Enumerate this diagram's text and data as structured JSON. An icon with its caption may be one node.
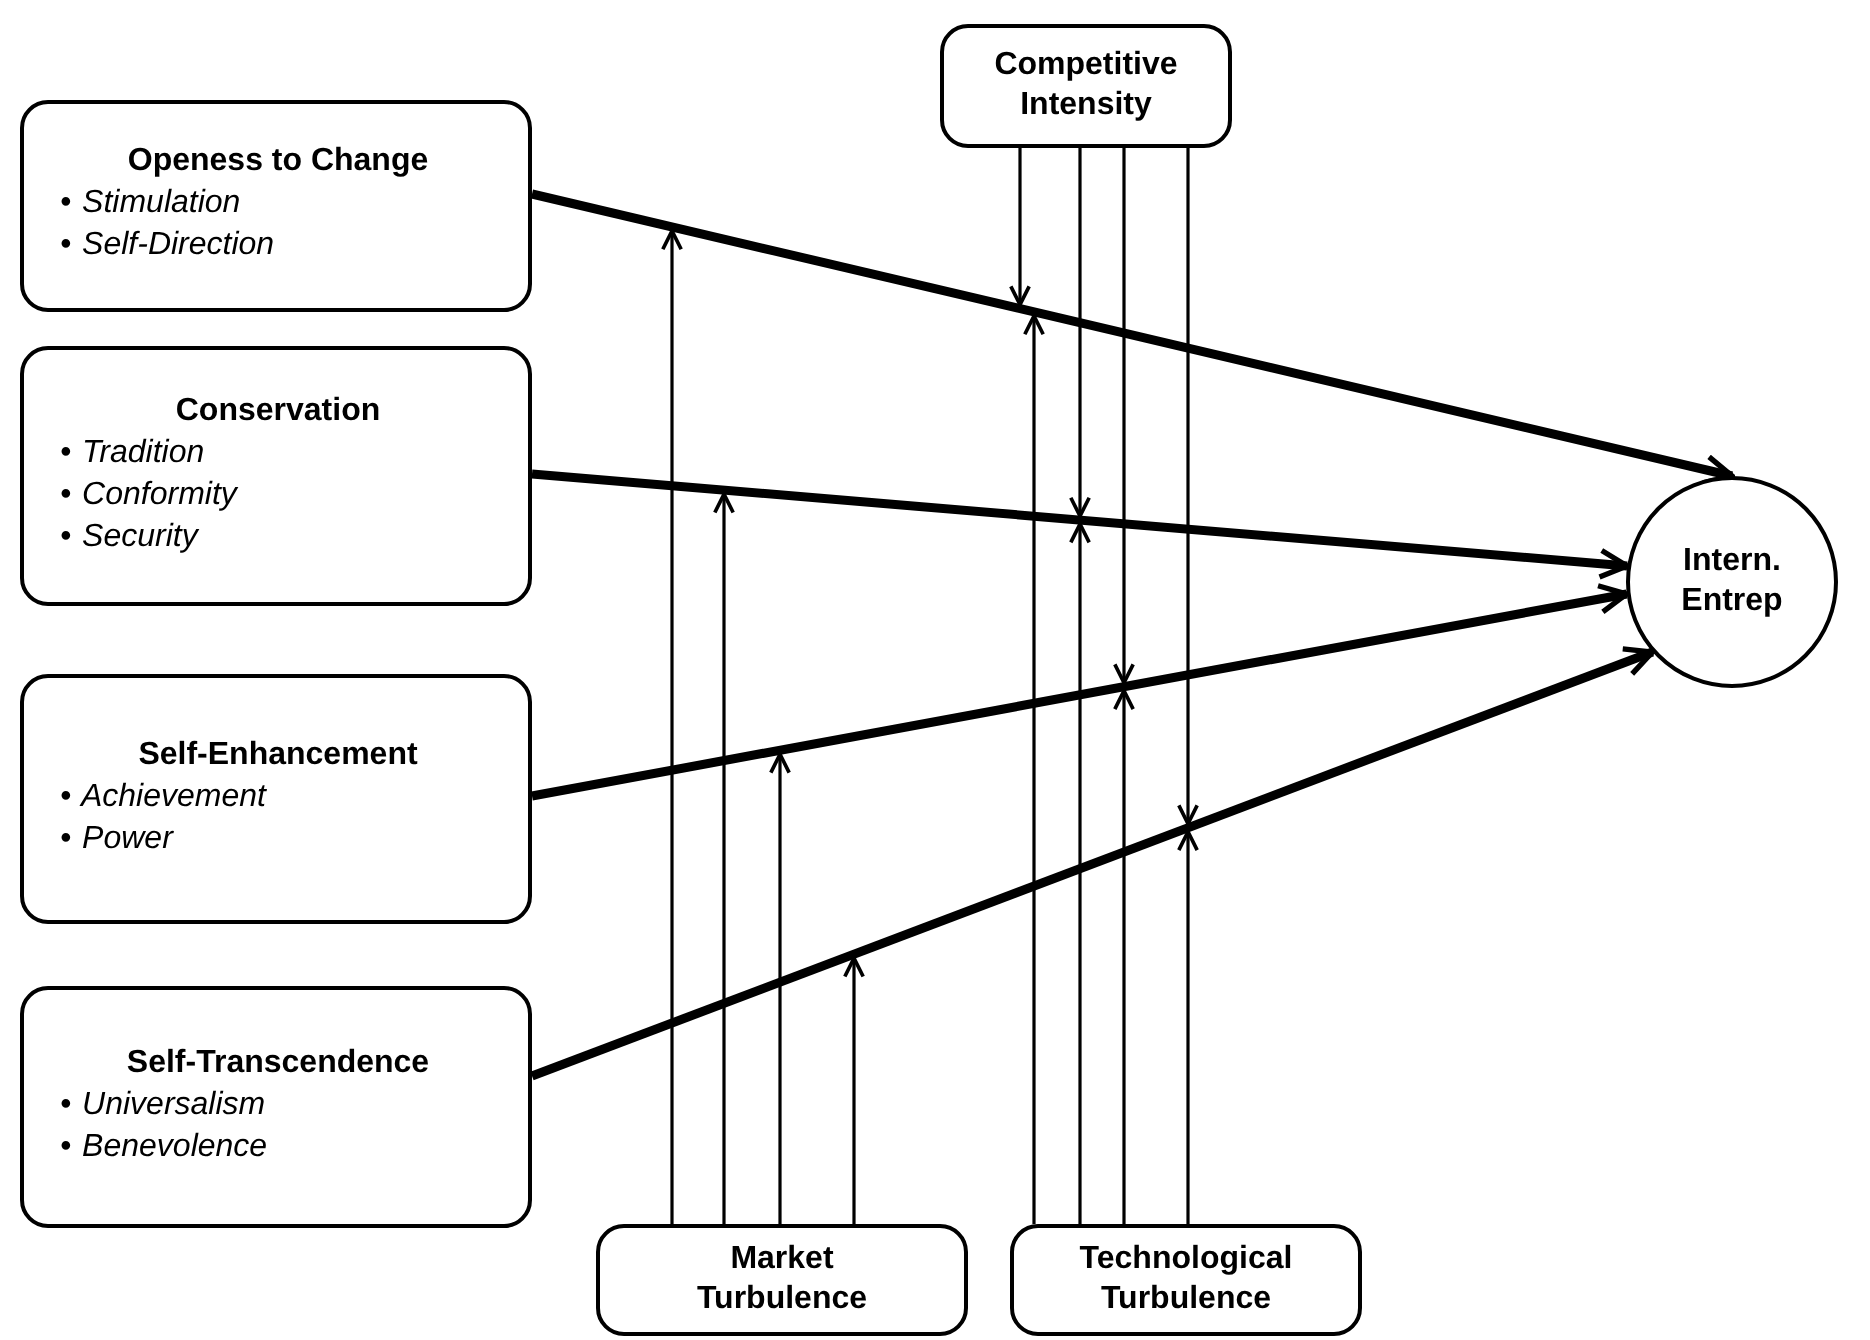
{
  "diagram": {
    "nodes": [
      {
        "text": [
          "Openess to Change",
          "• Stimulation",
          "• Self-Direction"
        ]
      },
      {
        "text": [
          "Conservation",
          "• Tradition",
          "• Conformity",
          "• Security"
        ]
      },
      {
        "text": [
          "Self-Enhancement",
          "• Achievement",
          "• Power"
        ]
      },
      {
        "text": [
          "Self-Transcendence",
          "• Universalism",
          "• Benevolence"
        ]
      },
      {
        "text": [
          "Competitive Intensity"
        ]
      },
      {
        "text": [
          "Intern. Entrep"
        ]
      },
      {
        "text": [
          "Market Turbulence"
        ]
      },
      {
        "text": [
          "Technological Turbulence"
        ]
      }
    ],
    "edges": [
      {
        "from": 0,
        "to": 5,
        "arrow": "to",
        "style": "thick"
      },
      {
        "from": 1,
        "to": 5,
        "arrow": "to",
        "style": "thick"
      },
      {
        "from": 2,
        "to": 5,
        "arrow": "to",
        "style": "thick"
      },
      {
        "from": 3,
        "to": 5,
        "arrow": "to",
        "style": "thick"
      },
      {
        "from": 6,
        "to": null,
        "arrow": "to"
      },
      {
        "from": 6,
        "to": null,
        "arrow": "to"
      },
      {
        "from": 6,
        "to": null,
        "arrow": "to"
      },
      {
        "from": 6,
        "to": null,
        "arrow": "to"
      },
      {
        "from": 4,
        "to": null,
        "arrow": "to"
      },
      {
        "from": 4,
        "to": null,
        "arrow": "to"
      },
      {
        "from": 4,
        "to": null,
        "arrow": "to"
      },
      {
        "from": 4,
        "to": null,
        "arrow": "to"
      },
      {
        "from": 7,
        "to": null,
        "arrow": "to"
      },
      {
        "from": 7,
        "to": null,
        "arrow": "to"
      },
      {
        "from": 7,
        "to": null,
        "arrow": "to"
      },
      {
        "from": 7,
        "to": null,
        "arrow": "to"
      }
    ]
  }
}
